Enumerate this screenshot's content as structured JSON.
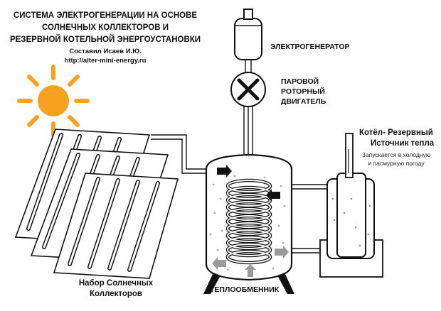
{
  "header": {
    "title_line1": "СИСТЕМА ЭЛЕКТРОГЕНЕРАЦИИ  НА ОСНОВЕ",
    "title_line2": "СОЛНЕЧНЫХ КОЛЛЕКТОРОВ И",
    "title_line3": "РЕЗЕРВНОЙ  КОТЕЛЬНОЙ  ЭНЕРГОУСТАНОВКИ",
    "author": "Составил Исаев И.Ю.",
    "site": "http://alter-mini-energy.ru"
  },
  "labels": {
    "generator": "ЭЛЕКТРОГЕНЕРАТОР",
    "engine_line1": "ПАРОВОЙ",
    "engine_line2": "РОТОРНЫЙ",
    "engine_line3": "ДВИГАТЕЛЬ",
    "boiler_line1": "Котёл- Резервный",
    "boiler_line2": "Источник тепла",
    "boiler_note_line1": "Запускается в холодную",
    "boiler_note_line2": "и пасмурную погоду",
    "collectors_line1": "Набор Солнечных",
    "collectors_line2": "Коллекторов",
    "heat_exchanger": "ТЕПЛООБМЕННИК"
  },
  "colors": {
    "sun": "#F6A21E",
    "outline": "#111111",
    "fill": "#ffffff",
    "flow_in": "#111111",
    "flow_out": "#9a9a9a"
  },
  "icons": {
    "sun": "sun-icon",
    "engine": "x-cross-icon"
  }
}
